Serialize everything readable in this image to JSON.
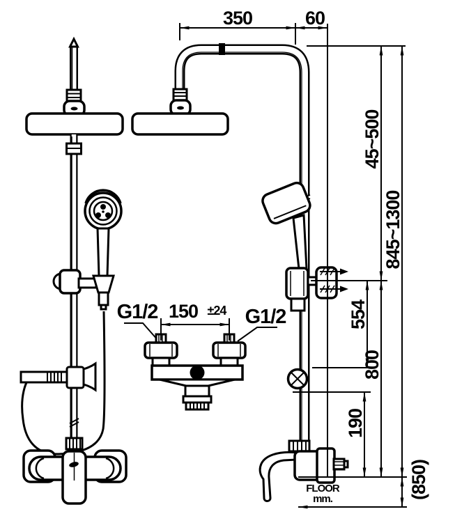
{
  "drawing": {
    "kind": "shower-system-installation-drawing",
    "colors": {
      "line": "#000000",
      "background": "#ffffff"
    },
    "labels": {
      "dim_top_width": "350",
      "dim_top_offset": "60",
      "dim_upper_adjust_range": "45~500",
      "dim_total_height_range": "845~1300",
      "dim_bracket_drop": "554",
      "dim_lower_column": "800",
      "dim_outlet_to_mixer": "190",
      "dim_mixer_floor_height": "(850)",
      "thread_left": "G1/2",
      "thread_right": "G1/2",
      "dim_inlet_spacing": "150",
      "dim_inlet_tolerance": "±24",
      "floor_word": "FLOOR",
      "floor_unit": "mm."
    }
  }
}
